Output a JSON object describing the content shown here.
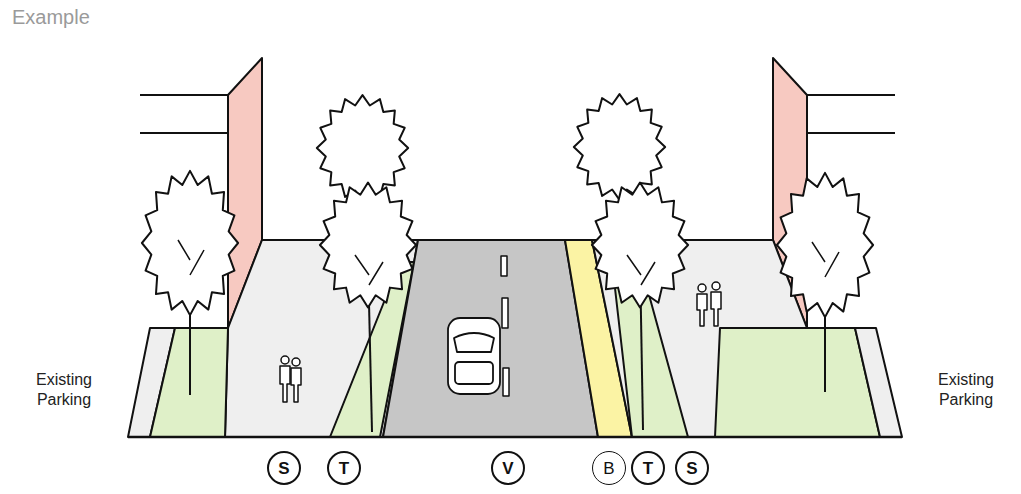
{
  "diagram": {
    "title": "Example",
    "nodes": [
      {
        "text": [
          "S"
        ]
      },
      {
        "text": [
          "T"
        ]
      },
      {
        "text": [
          "V"
        ]
      },
      {
        "text": [
          "B"
        ]
      },
      {
        "text": [
          "T"
        ]
      },
      {
        "text": [
          "S"
        ]
      }
    ],
    "labels": [
      "Existing Parking",
      "Existing Parking"
    ]
  }
}
